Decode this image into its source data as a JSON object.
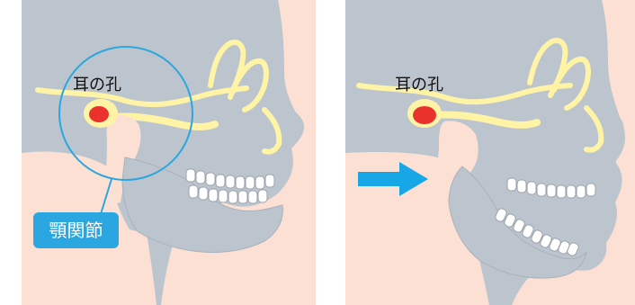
{
  "left_panel": {
    "ear_label": "耳の孔",
    "callout_label": "顎関節"
  },
  "right_panel": {
    "ear_label": "耳の孔"
  },
  "colors": {
    "background": "#bcc4cd",
    "skin": "#fbe0d3",
    "bone_highlight": "#fff3a6",
    "ear_canal": "#e8322b",
    "teeth": "#ffffff",
    "accent_blue": "#2aa7e0",
    "arrow": "#17a6e6",
    "nose_gap": "#ffffff"
  },
  "icons": {
    "direction_arrow": "arrow-right-icon"
  }
}
